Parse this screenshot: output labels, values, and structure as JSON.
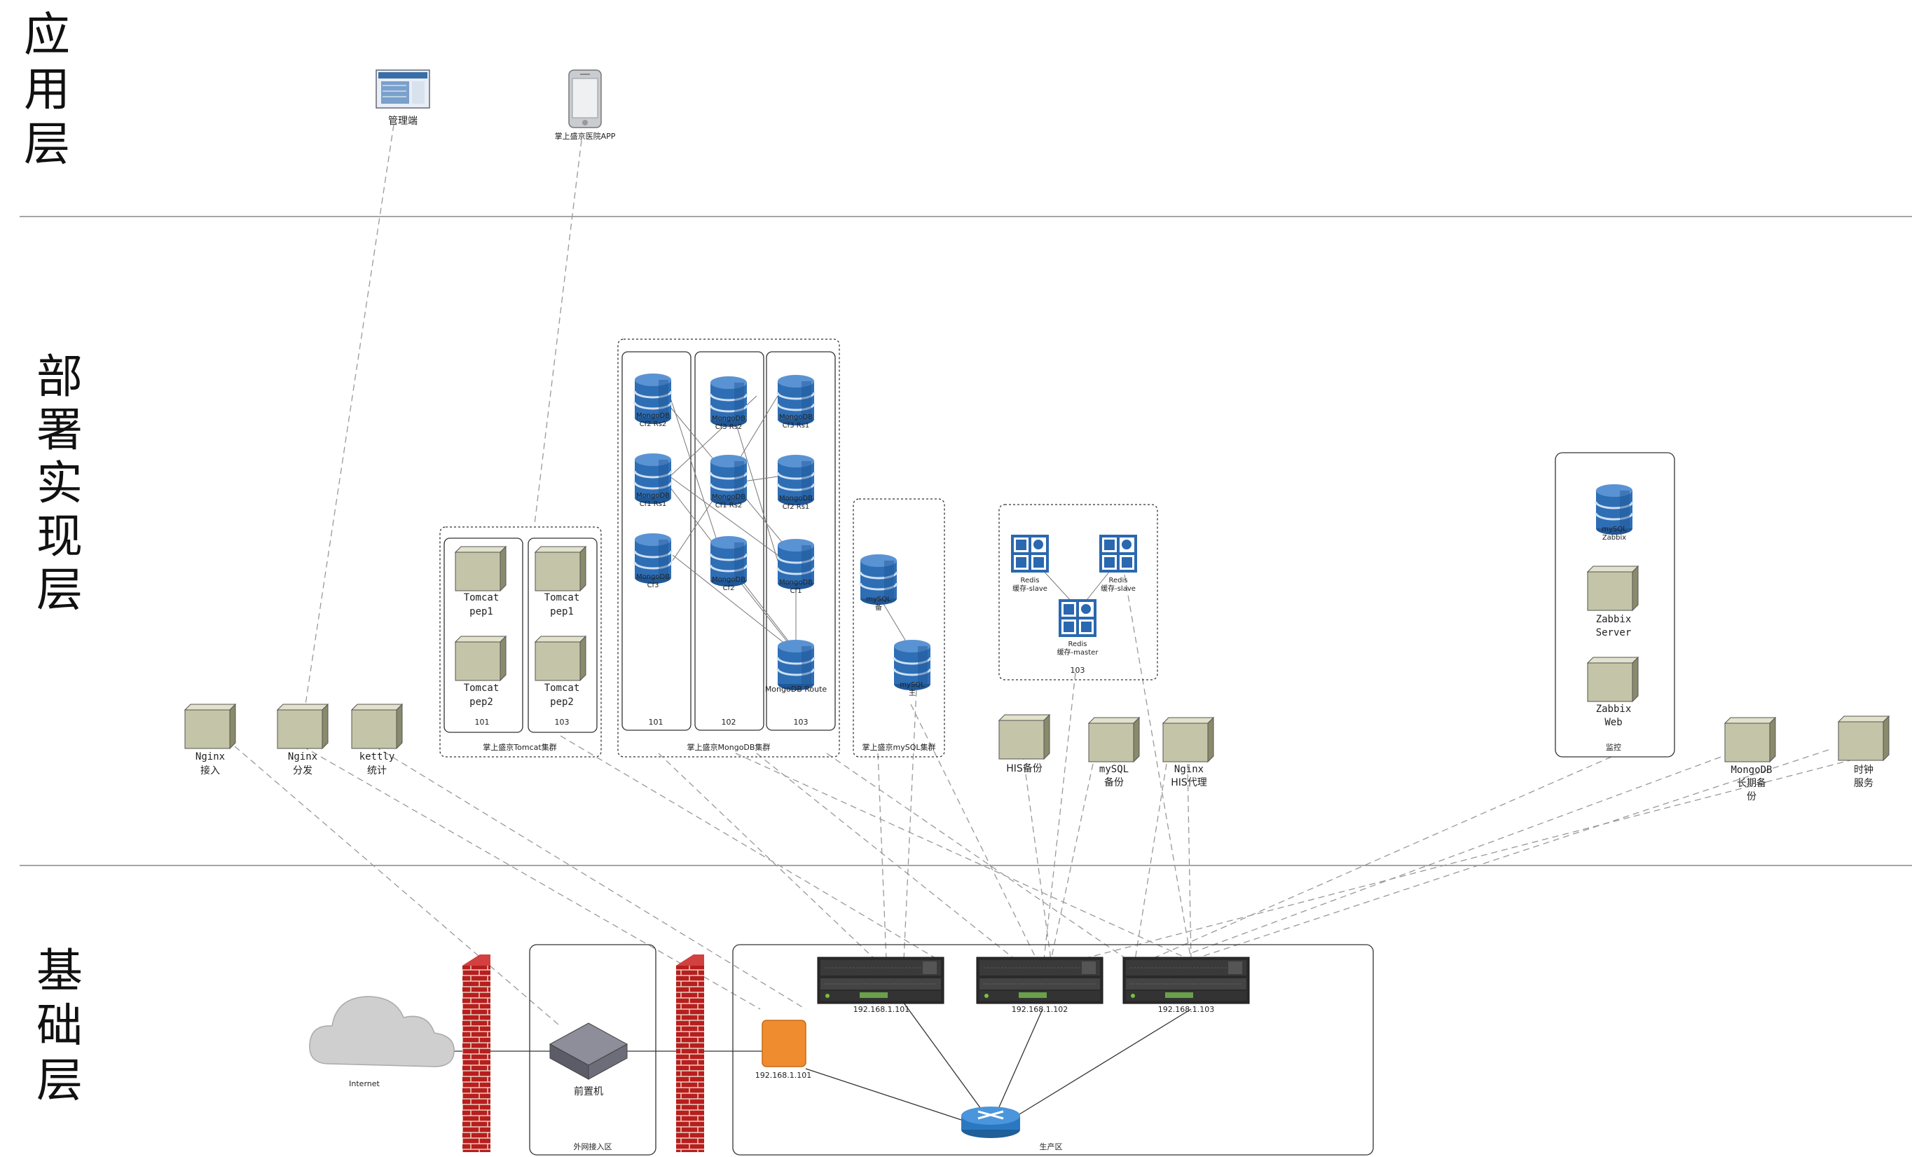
{
  "layers": {
    "app": [
      "应",
      "用",
      "层"
    ],
    "deploy": [
      "部",
      "署",
      "实",
      "现",
      "层"
    ],
    "infra": [
      "基",
      "础",
      "层"
    ]
  },
  "app": {
    "admin_label": "管理端",
    "mobile_label": "掌上盛京医院APP"
  },
  "tomcat": {
    "cluster_label": "掌上盛京Tomcat集群",
    "nodes": [
      {
        "name": "Tomcat",
        "sub": "pep1"
      },
      {
        "name": "Tomcat",
        "sub": "pep2"
      },
      {
        "name": "Tomcat",
        "sub": "pep1"
      },
      {
        "name": "Tomcat",
        "sub": "pep2"
      }
    ],
    "hosts": [
      "101",
      "103"
    ]
  },
  "mongo": {
    "cluster_label": "掌上盛京MongoDB集群",
    "hosts": [
      "101",
      "102",
      "103"
    ],
    "nodes": [
      {
        "name": "MongoDB",
        "sub": "Cf2 Rs2"
      },
      {
        "name": "MongoDB",
        "sub": "Cf1 Rs1"
      },
      {
        "name": "MongoDB",
        "sub": "Cf3"
      },
      {
        "name": "MongoDB",
        "sub": "Cf3 Rs2"
      },
      {
        "name": "MongoDB",
        "sub": "Cf1 Rs2"
      },
      {
        "name": "MongoDB",
        "sub": "Cf2"
      },
      {
        "name": "MongoDB",
        "sub": "Cf3 Rs1"
      },
      {
        "name": "MongoDB",
        "sub": "Cf2 Rs1"
      },
      {
        "name": "MongoDB",
        "sub": "Cf1"
      },
      {
        "name": "MongoDB Route",
        "sub": ""
      }
    ]
  },
  "mysql": {
    "cluster_label": "掌上盛京mySQL集群",
    "nodes": [
      {
        "name": "mySQL",
        "sub": "备"
      },
      {
        "name": "mySQL",
        "sub": "主"
      }
    ]
  },
  "redis": {
    "host": "103",
    "nodes": [
      {
        "name": "Redis",
        "sub": "缓存-slave"
      },
      {
        "name": "Redis",
        "sub": "缓存-slave"
      },
      {
        "name": "Redis",
        "sub": "缓存-master"
      }
    ]
  },
  "monitor": {
    "label": "监控",
    "mysql": {
      "name": "mySQL",
      "sub": "Zabbix"
    },
    "server": {
      "name": "Zabbix",
      "sub": "Server"
    },
    "web": {
      "name": "Zabbix",
      "sub": "Web"
    }
  },
  "services": {
    "nginx_in": {
      "name": "Nginx",
      "sub": "接入"
    },
    "nginx_dist": {
      "name": "Nginx",
      "sub": "分发"
    },
    "kettle": {
      "name": "kettly",
      "sub": "统计"
    },
    "his_backup": {
      "name": "HIS备份",
      "sub": ""
    },
    "mysql_backup": {
      "name": "mySQL",
      "sub": "备份"
    },
    "nginx_his": {
      "name": "Nginx",
      "sub": "HIS代理"
    },
    "mongo_backup": {
      "name": "MongoDB",
      "sub": "长期备",
      "sub2": "份"
    },
    "clock": {
      "name": "时钟",
      "sub": "服务"
    }
  },
  "infra": {
    "internet": "Internet",
    "front": "前置机",
    "dmz_label": "外网接入区",
    "prod_label": "生产区",
    "gateway_ip": "192.168.1.101",
    "servers": [
      "192.168.1.101",
      "192.168.1.102",
      "192.168.1.103"
    ]
  },
  "colors": {
    "mongo_blue": "#2e6eb5",
    "redis_blue": "#2a68b0",
    "server_box": "#c4c4a8",
    "firewall_red": "#b81e1e",
    "gateway_orange": "#f08c30"
  }
}
